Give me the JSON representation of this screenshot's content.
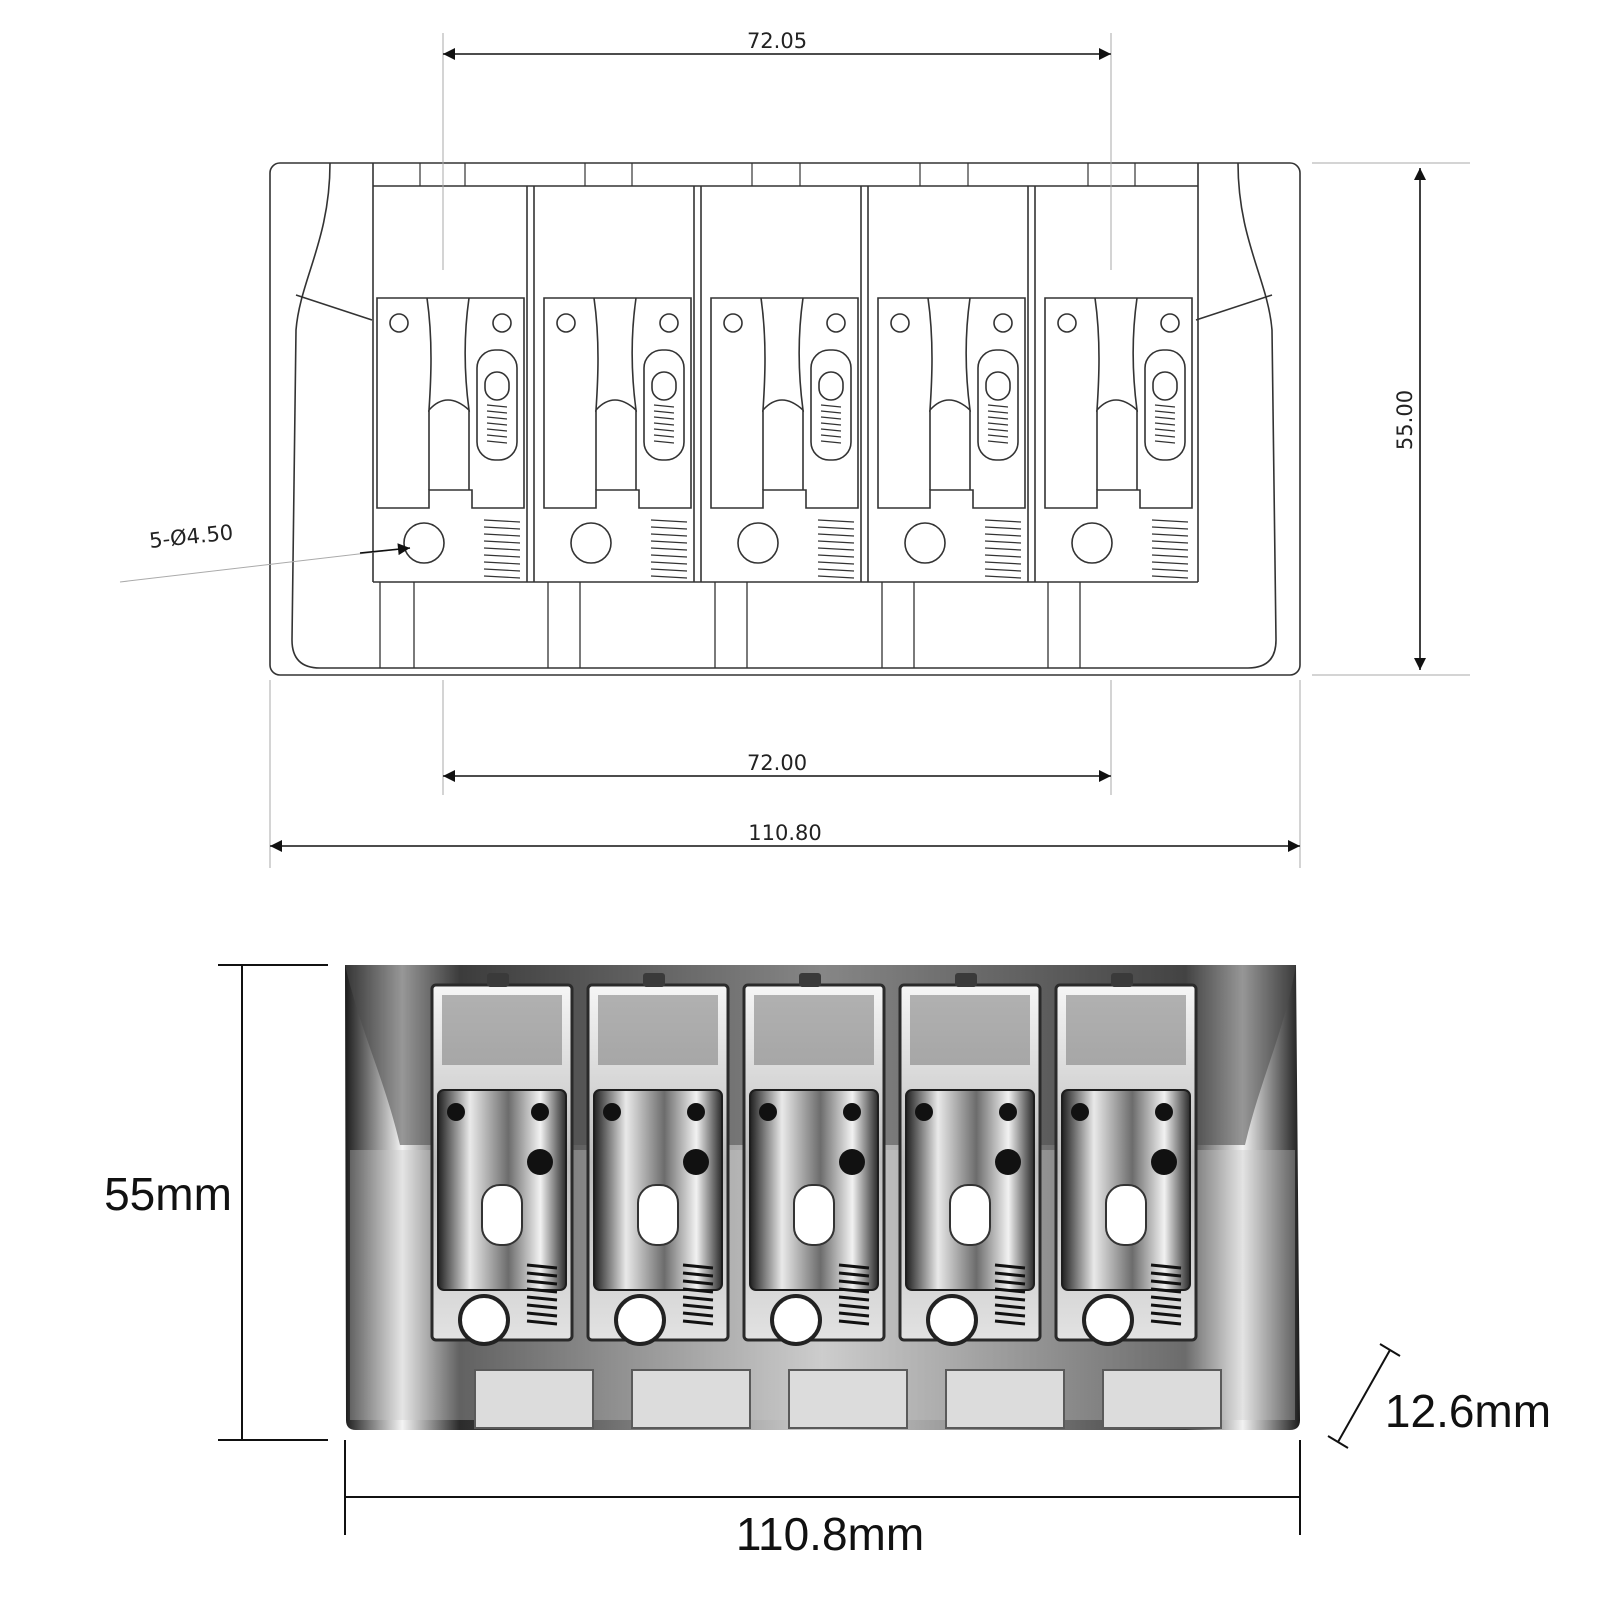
{
  "drawing": {
    "top_spacing": "72.05",
    "bottom_spacing": "72.00",
    "overall_width": "110.80",
    "overall_height": "55.00",
    "hole_callout": "5-Ø4.50"
  },
  "photo": {
    "height_label": "55mm",
    "width_label": "110.8mm",
    "depth_label": "12.6mm"
  },
  "saddle_count": 5,
  "colors": {
    "line": "#333333",
    "thin": "#8a8a8a",
    "chrome_dark": "#2a2a2a",
    "chrome_light": "#e8e8e8"
  }
}
